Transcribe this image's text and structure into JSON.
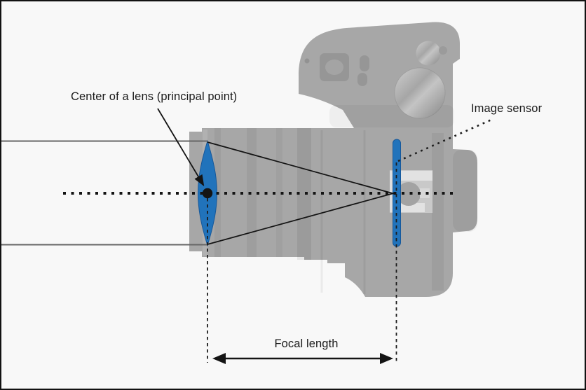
{
  "diagram": {
    "subject": "camera-focal-length-cross-section",
    "labels": {
      "lens_center": "Center of a lens (principal point)",
      "image_sensor": "Image sensor",
      "focal_length": "Focal length"
    },
    "colors": {
      "highlight_blue": "#2173BB",
      "camera_body_gray": "#A7A7A7",
      "background": "#F8F8F8",
      "line_black": "#141414"
    }
  }
}
